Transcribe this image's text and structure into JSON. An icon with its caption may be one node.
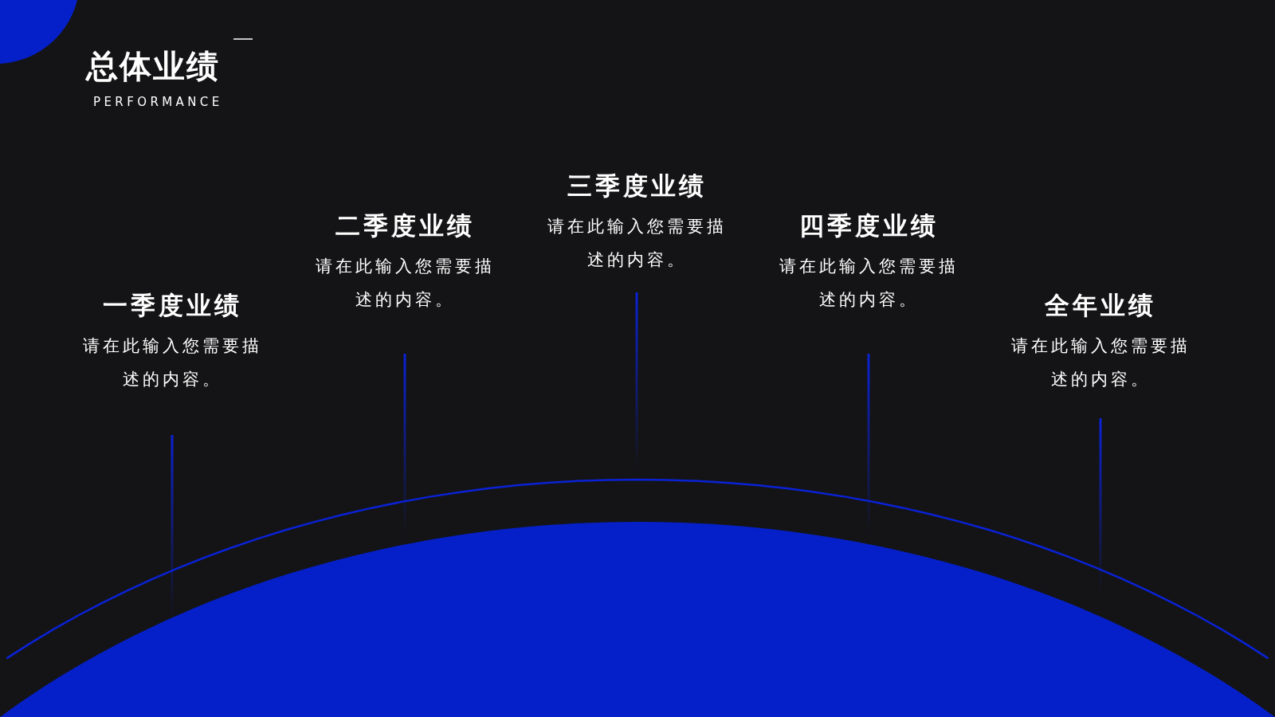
{
  "diagram": {
    "title": "总体业绩",
    "nodes": [
      {
        "text": [
          "一季度业绩",
          "请在此输入您需要描述的内容。"
        ]
      },
      {
        "text": [
          "二季度业绩",
          "请在此输入您需要描述的内容。"
        ]
      },
      {
        "text": [
          "三季度业绩",
          "请在此输入您需要描述的内容。"
        ]
      },
      {
        "text": [
          "四季度业绩",
          "请在此输入您需要描述的内容。"
        ]
      },
      {
        "text": [
          "全年业绩",
          "请在此输入您需要描述的内容。"
        ]
      }
    ],
    "labels": [
      "PERFORMANCE"
    ]
  }
}
